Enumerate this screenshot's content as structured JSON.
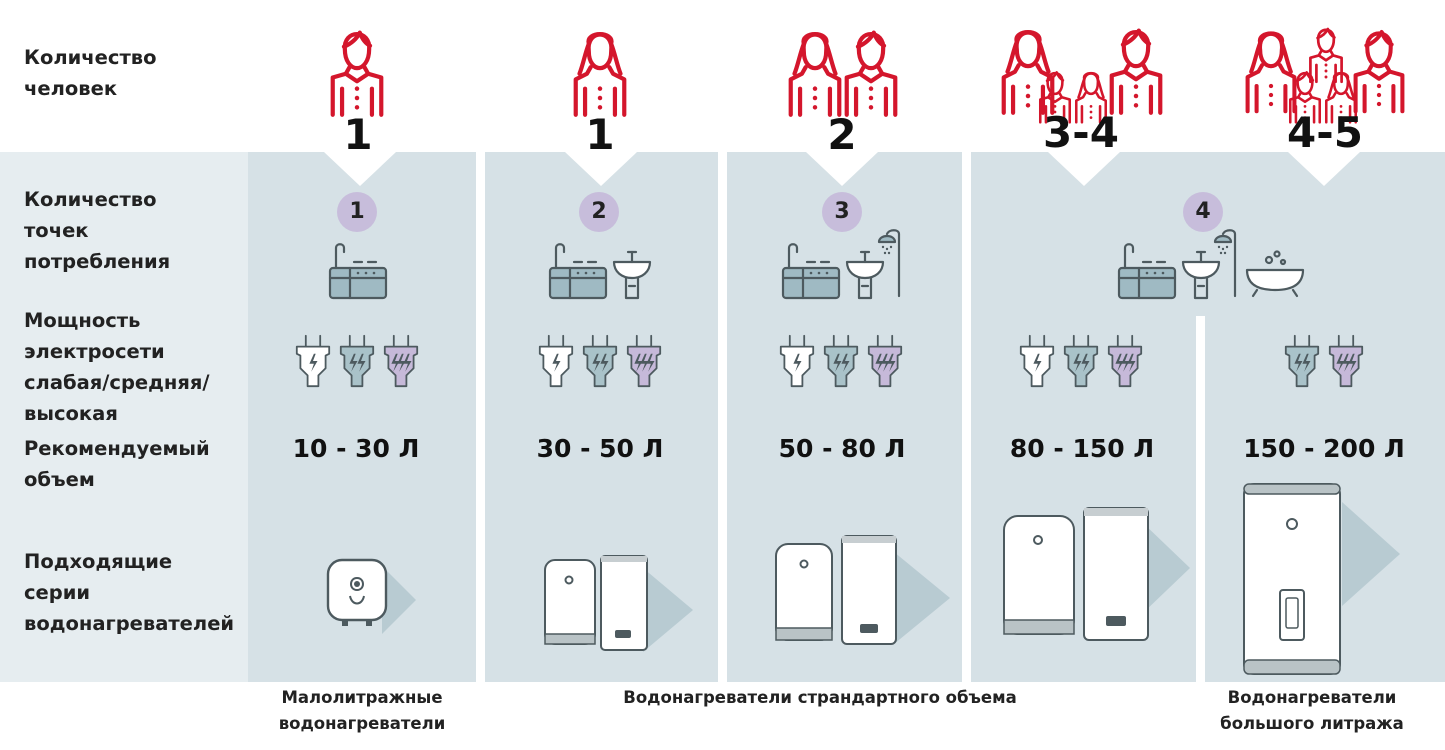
{
  "row_labels": {
    "people": [
      "Количество",
      "человек"
    ],
    "points": [
      "Количество",
      "точек",
      "потребления"
    ],
    "power": [
      "Мощность",
      "электросети",
      "слабая/средняя/",
      "высокая"
    ],
    "volume": [
      "Рекомендуемый",
      "объем"
    ],
    "series": [
      "Подходящие",
      "серии",
      "водонагревателей"
    ]
  },
  "columns": [
    {
      "people": "1",
      "points": "1",
      "volume": "10 - 30 Л"
    },
    {
      "people": "1",
      "points": "2",
      "volume": "30 - 50 Л"
    },
    {
      "people": "2",
      "points": "3",
      "volume": "50 - 80 Л"
    },
    {
      "people": "3-4",
      "points": "4",
      "volume": "80 - 150 Л"
    },
    {
      "people": "4-5",
      "points": "4",
      "volume": "150 - 200 Л"
    }
  ],
  "footer": {
    "small": [
      "Малолитражные",
      "водонагреватели"
    ],
    "standard": "Водонагреватели страндартного объема",
    "large": [
      "Водонагреватели",
      "большого литража"
    ]
  },
  "colors": {
    "person": "#d4162c",
    "panel": "#d6e1e6",
    "band": "#e6edf0",
    "badge": "#c7bddb",
    "plug_medium": "#a9c2c9",
    "plug_high": "#c6b9d9",
    "sink": "#9fbac3"
  },
  "icons": [
    "person-icon",
    "kitchen-sink-icon",
    "washbasin-icon",
    "shower-icon",
    "bathtub-icon",
    "plug-low-icon",
    "plug-medium-icon",
    "plug-high-icon",
    "water-heater-icon"
  ]
}
